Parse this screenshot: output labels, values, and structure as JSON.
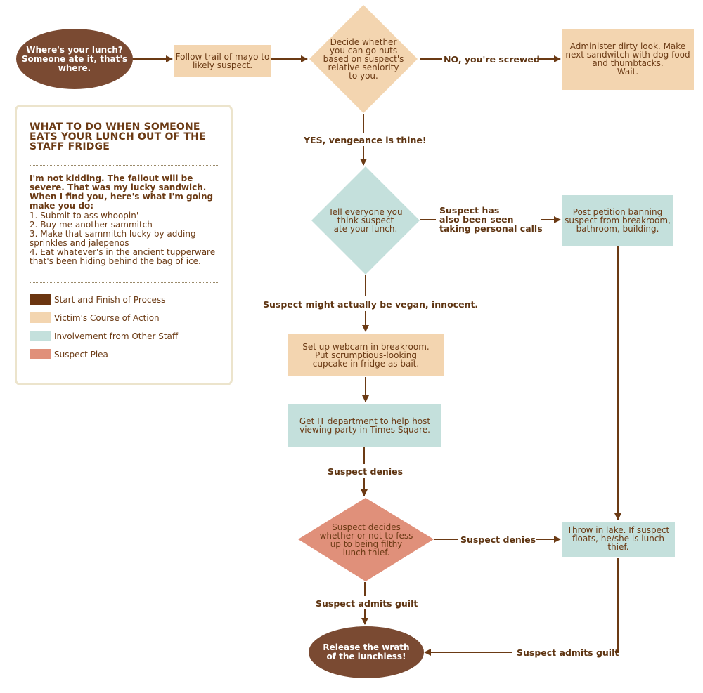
{
  "colors": {
    "start_finish": "#7a4a32",
    "victim": "#f3d5b0",
    "staff": "#c4e0dc",
    "plea": "#e0907a",
    "arrow": "#6b3a14",
    "text": "#6b3a14"
  },
  "legend": {
    "title": "WHAT TO DO WHEN SOMEONE EATS YOUR LUNCH OUT OF THE STAFF FRIDGE",
    "intro": "I'm not kidding. The fallout will be severe. That was my lucky sandwich. When I find you, here's what I'm going make you do:",
    "steps": [
      "1. Submit to ass whoopin'",
      "2. Buy me another sammitch",
      "3. Make that sammitch lucky by adding sprinkles and jalepenos",
      "4. Eat whatever's in the ancient tupperware that's been hiding behind the bag of ice."
    ],
    "keys": [
      {
        "label": "Start and Finish of Process",
        "color": "#6b3510"
      },
      {
        "label": "Victim's Course of Action",
        "color": "#f3d5b0"
      },
      {
        "label": "Involvement from Other Staff",
        "color": "#c4e0dc"
      },
      {
        "label": "Suspect Plea",
        "color": "#e0907a"
      }
    ]
  },
  "nodes": {
    "start": "Where's your lunch?\nSomeone ate it, that's\nwhere.",
    "trail": "Follow trail of mayo to\nlikely suspect.",
    "decide": "Decide whether\nyou can go nuts\nbased on suspect's\nrelative seniority\nto you.",
    "dirty_look": "Administer dirty look. Make\nnext sandwitch with dog food\nand thumbtacks.\nWait.",
    "tell": "Tell everyone you\nthink suspect\nate your lunch.",
    "petition": "Post petition banning\nsuspect from breakroom,\nbathroom, building.",
    "webcam": "Set up webcam in breakroom.\nPut scrumptious-looking\ncupcake in fridge as bait.",
    "it_dept": "Get IT department to help host\nviewing party in Times Square.",
    "fess": "Suspect decides\nwhether or not to fess\nup to being filthy\nlunch thief.",
    "lake": "Throw in lake. If suspect\nfloats, he/she is lunch\nthief.",
    "release": "Release the wrath\nof the lunchless!"
  },
  "edges": {
    "no": "NO, you're screwed",
    "yes": "YES, vengeance is thine!",
    "personal_calls": "Suspect has\nalso been seen\ntaking personal calls",
    "vegan": "Suspect might actually be vegan, innocent.",
    "denies_1": "Suspect denies",
    "denies_2": "Suspect denies",
    "admits_1": "Suspect admits guilt",
    "admits_2": "Suspect admits guilt"
  }
}
